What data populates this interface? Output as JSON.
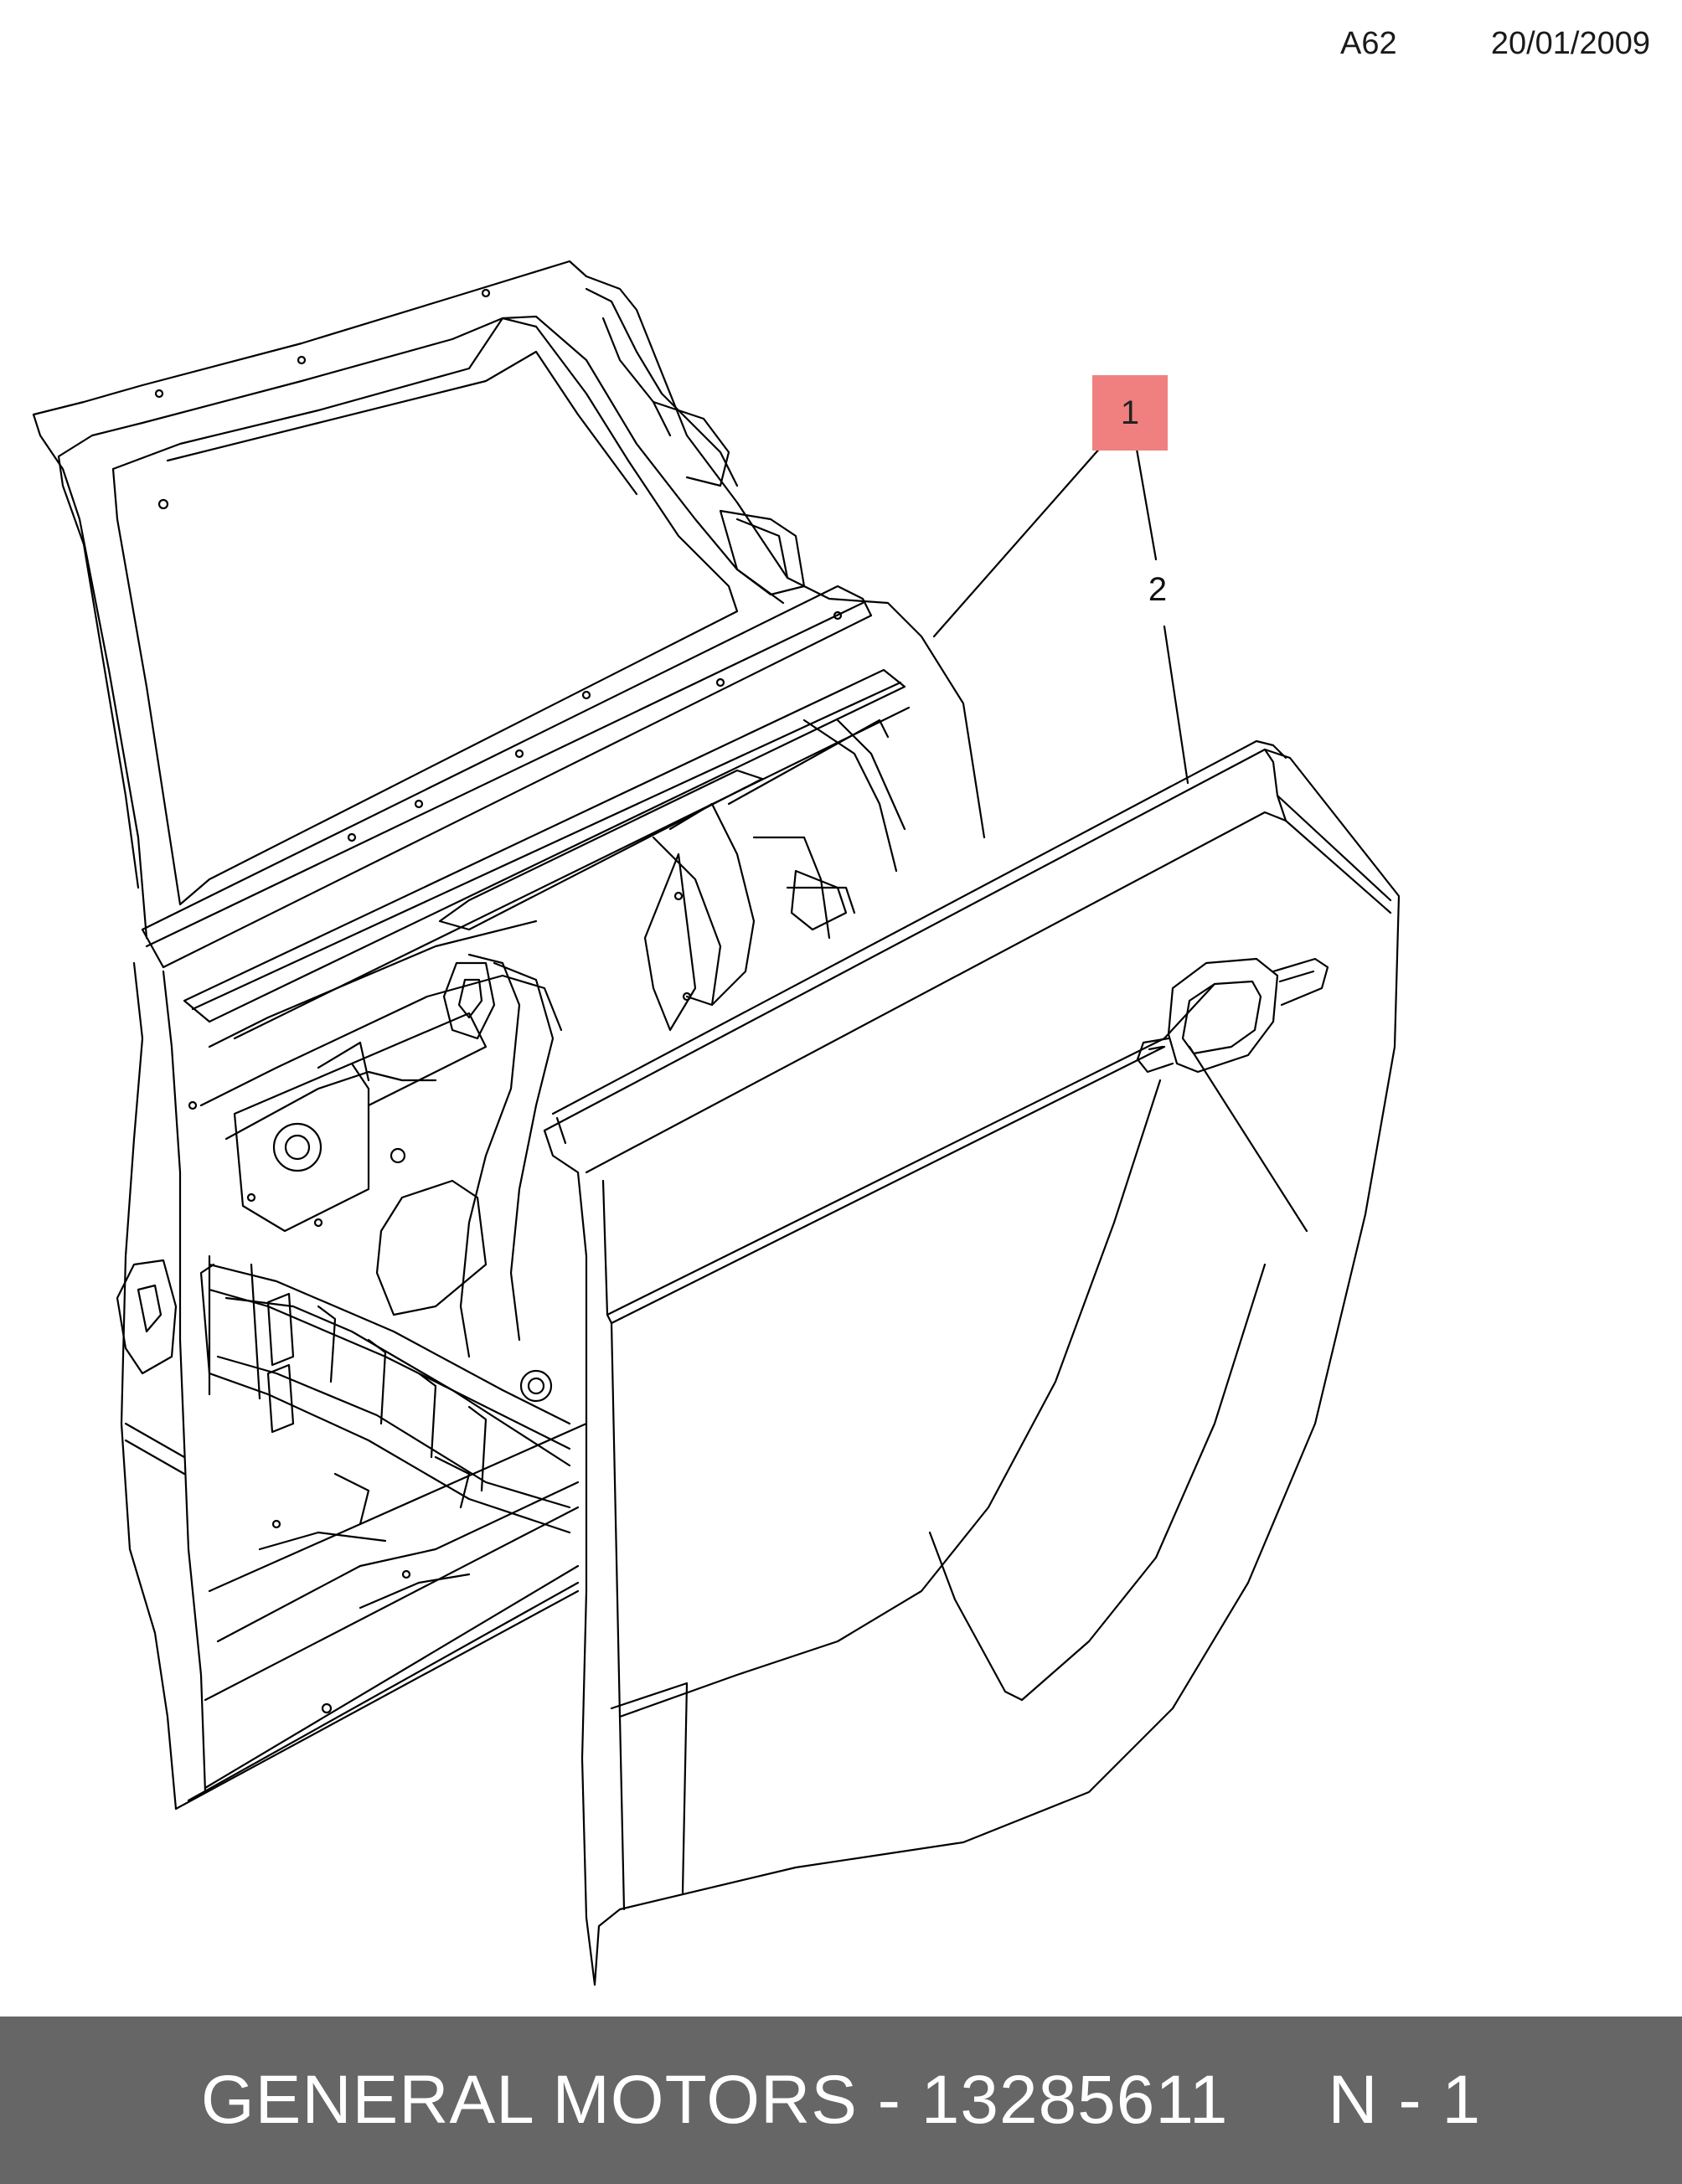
{
  "header": {
    "code": "A62",
    "date": "20/01/2009"
  },
  "callouts": {
    "primary": "1",
    "secondary": "2"
  },
  "footer": {
    "text": "GENERAL MOTORS - 13285611     N - 1"
  },
  "colors": {
    "callout_highlight": "#f08080",
    "footer_background": "#666666",
    "footer_text": "#ffffff",
    "line": "#000000"
  }
}
